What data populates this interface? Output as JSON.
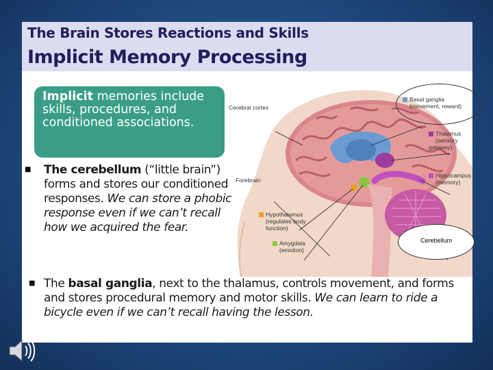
{
  "title": {
    "line1": "The Brain Stores Reactions and Skills",
    "line2": "Implicit Memory Processing"
  },
  "green_box": {
    "bold": "Implicit",
    "rest": " memories include skills, procedures, and conditioned associations."
  },
  "bullet1": {
    "bold": "The cerebellum",
    "plain": " (“little brain”) forms and stores our conditioned responses. ",
    "italic": "We can store a phobic response even if we can’t recall how we acquired the fear."
  },
  "bullet2": {
    "plain_start": "The ",
    "bold": "basal ganglia",
    "plain": ", next to the thalamus, controls movement, and forms and stores procedural memory and motor skills. ",
    "italic": "We can learn to ride a bicycle even if we can’t recall having the lesson."
  },
  "diagram": {
    "cerebral_cortex": "Cerebral cortex",
    "forebrain": "Forebrain",
    "basal_ganglia": "Basal ganglia",
    "basal_ganglia_sub": "(movement, reward)",
    "thalamus": "Thalamus",
    "thalamus_sub": "(sensory gateway)",
    "hippocampus": "Hippocampus",
    "hippocampus_sub": "(memory)",
    "hypothalamus": "Hypothalamus",
    "hypothalamus_sub1": "(regulates body",
    "hypothalamus_sub2": "function)",
    "amygdala": "Amygdala",
    "amygdala_sub": "(emotion)",
    "cerebellum_callout": "Cerebellum"
  },
  "colors": {
    "background": "#234f86",
    "title_bar": "#dcdcf0",
    "title_text": "#1f1f5c",
    "green_box": "#3a9e86",
    "basal_ganglia": "#6c9bd2",
    "thalamus": "#9c3c9c",
    "hippocampus": "#c050c0",
    "hypothalamus": "#e8a020",
    "amygdala": "#8cc63f"
  },
  "icons": {
    "speaker": "speaker-icon"
  }
}
